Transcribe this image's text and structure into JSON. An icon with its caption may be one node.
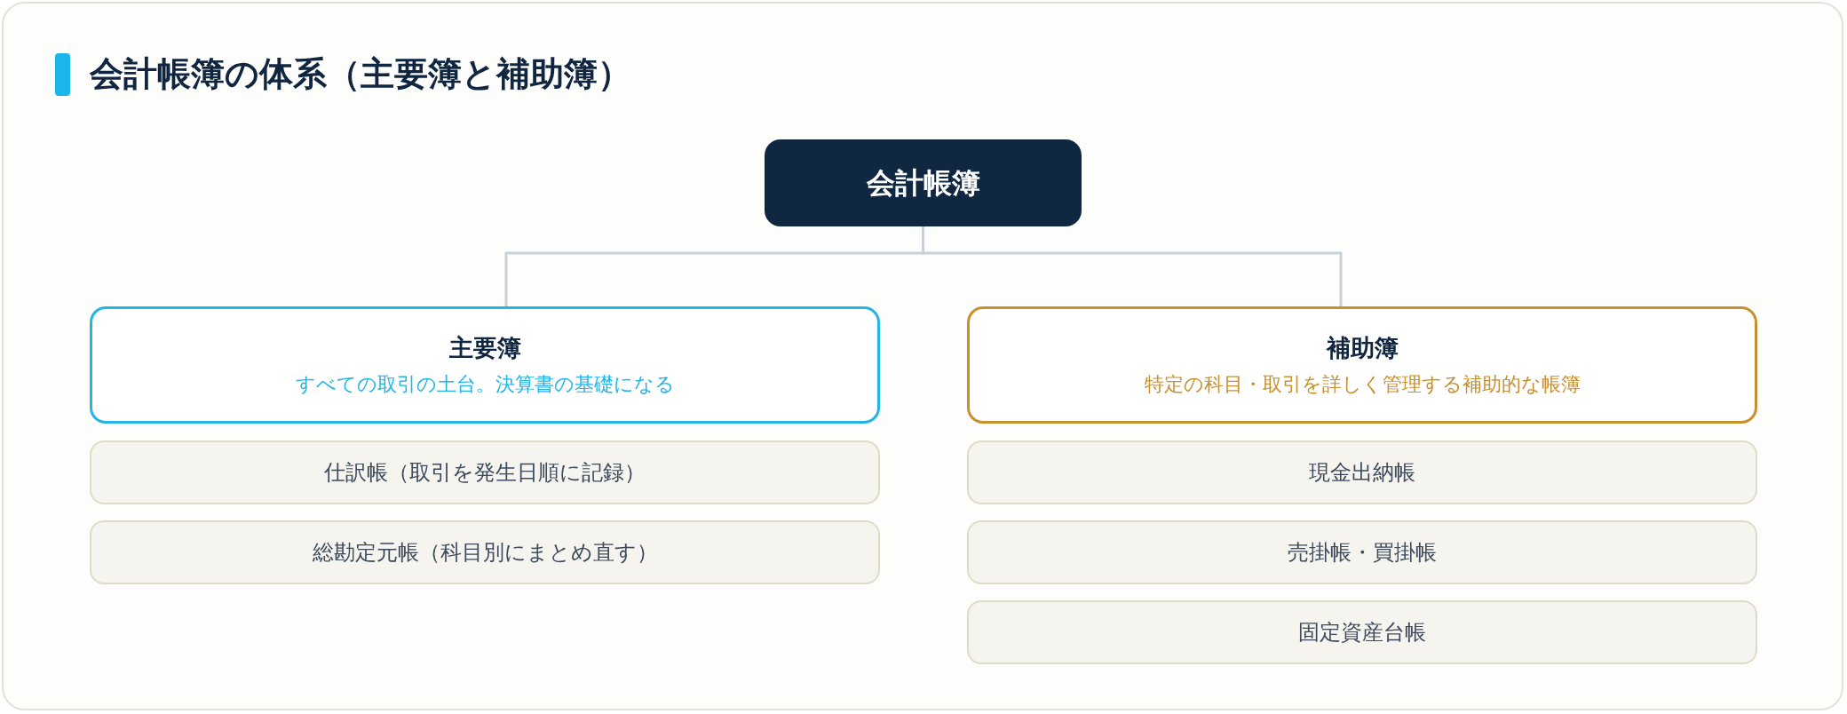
{
  "diagram": {
    "title": "会計帳簿の体系（主要簿と補助簿）",
    "nodes": [
      {
        "text": [
          "会計帳簿"
        ]
      },
      {
        "text": [
          "主要簿",
          "すべての取引の土台。決算書の基礎になる"
        ]
      },
      {
        "text": [
          "仕訳帳（取引を発生日順に記録）"
        ]
      },
      {
        "text": [
          "総勘定元帳（科目別にまとめ直す）"
        ]
      },
      {
        "text": [
          "補助簿",
          "特定の科目・取引を詳しく管理する補助的な帳簿"
        ]
      },
      {
        "text": [
          "現金出納帳"
        ]
      },
      {
        "text": [
          "売掛帳・買掛帳"
        ]
      },
      {
        "text": [
          "固定資産台帳"
        ]
      }
    ],
    "edges": [
      {
        "from": 0,
        "to": 1,
        "arrow": "none"
      },
      {
        "from": 0,
        "to": 4,
        "arrow": "none"
      }
    ]
  }
}
